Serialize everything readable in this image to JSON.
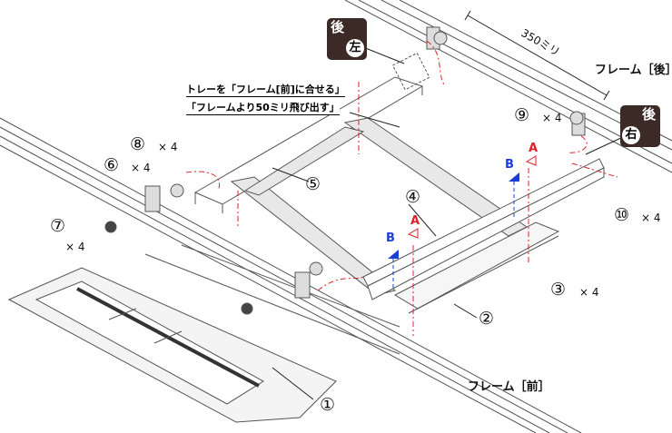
{
  "labels": {
    "frame_back": "フレーム［後］",
    "frame_front": "フレーム［前］",
    "dimension": "350ミリ",
    "note_1": "トレーを「フレーム[前]に合せる」",
    "note_2": "「フレームより50ミリ飛び出す」"
  },
  "badges": {
    "back_left": {
      "top": "後",
      "circle": "左"
    },
    "back_right": {
      "top": "後",
      "circle": "右"
    }
  },
  "parts": [
    {
      "num": "①",
      "qty": ""
    },
    {
      "num": "②",
      "qty": ""
    },
    {
      "num": "③",
      "qty": "× 4"
    },
    {
      "num": "④",
      "qty": ""
    },
    {
      "num": "⑤",
      "qty": ""
    },
    {
      "num": "⑥",
      "qty": "× 4"
    },
    {
      "num": "⑦",
      "qty": "× 4"
    },
    {
      "num": "⑧",
      "qty": "× 4"
    },
    {
      "num": "⑨",
      "qty": "× 4"
    },
    {
      "num": "⑩",
      "qty": "× 4"
    }
  ],
  "markers": {
    "a": "A",
    "b": "B"
  },
  "colors": {
    "guide_red": "#e0202a",
    "marker_blue": "#1a3fd6",
    "badge_bg": "#3b2a26"
  }
}
